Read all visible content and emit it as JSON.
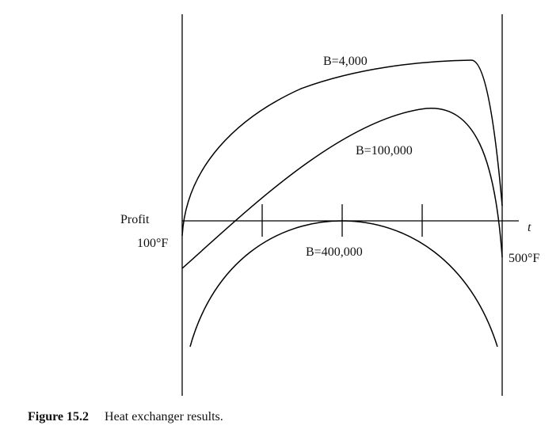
{
  "figure": {
    "caption_number": "Figure 15.2",
    "caption_text": "Heat exchanger results."
  },
  "chart_data": {
    "type": "line",
    "ylabel": "Profit",
    "xlabel": "t",
    "x_start_label": "100°F",
    "x_end_label": "500°F",
    "x_ticks": 5,
    "series": [
      {
        "name": "B=4,000"
      },
      {
        "name": "B=100,000"
      },
      {
        "name": "B=400,000"
      }
    ]
  }
}
